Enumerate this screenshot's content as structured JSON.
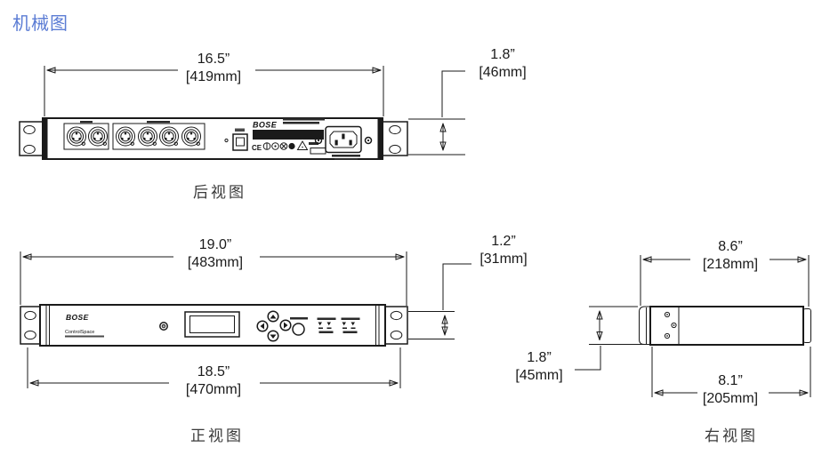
{
  "title": "机械图",
  "views": {
    "rear": {
      "label": "后视图",
      "width_in": "16.5”",
      "width_mm": "[419mm]",
      "height_in": "1.8”",
      "height_mm": "[46mm]",
      "brand": "BOSE",
      "ce_mark": "CE"
    },
    "front": {
      "label": "正视图",
      "width_in": "19.0”",
      "width_mm": "[483mm]",
      "ear_height_in": "1.2”",
      "ear_height_mm": "[31mm]",
      "inner_width_in": "18.5”",
      "inner_width_mm": "[470mm]",
      "brand": "BOSE",
      "model": "ControlSpace"
    },
    "side": {
      "label": "右视图",
      "depth_in": "8.6”",
      "depth_mm": "[218mm]",
      "height_in": "1.8”",
      "height_mm": "[45mm]",
      "body_depth_in": "8.1”",
      "body_depth_mm": "[205mm]"
    }
  },
  "colors": {
    "title": "#5b7cd4",
    "line_art": "#1a1a1a",
    "label_text": "#3a3a3a",
    "background": "#ffffff"
  }
}
